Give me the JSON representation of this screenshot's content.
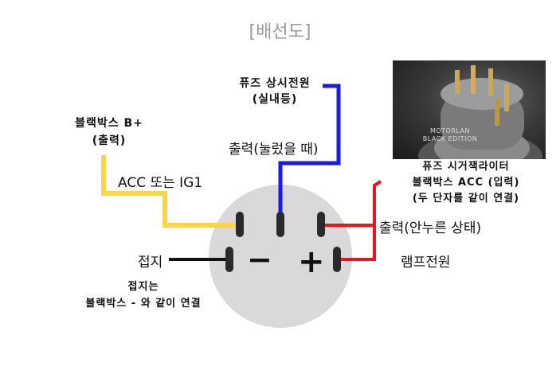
{
  "title": "[배선도]",
  "labels": {
    "fuse_constant_line1": "퓨즈 상시전원",
    "fuse_constant_line2": "(실내등)",
    "blackbox_b_line1": "블랙박스 B+",
    "blackbox_b_line2": "(출력)",
    "output_pressed": "출력(눌렀을 때)",
    "acc_or_ig1": "ACC 또는 IG1",
    "fuse_cigar_line1": "퓨즈 시거잭라이터",
    "fuse_cigar_line2": "블랙박스 ACC (입력)",
    "fuse_cigar_line3": "(두 단자를 같이 연결)",
    "output_not_pressed": "출력(안누른 상태)",
    "ground": "접지",
    "lamp_power": "램프전원",
    "ground_note_line1": "접지는",
    "ground_note_line2": "블랙박스 - 와 같이 연결"
  },
  "symbols": {
    "minus": "−",
    "plus": "+"
  },
  "photo": {
    "caption_line1": "MOTORLAN",
    "caption_line2": "BLACK EDITION",
    "icon": "push-button-switch-photo"
  },
  "colors": {
    "yellow_wire": "#f7d64a",
    "blue_wire": "#1a1ae6",
    "red_wire": "#e8151b",
    "black_wire": "#111111",
    "switch_body": "#d9d9d9",
    "terminal": "#2a2a2a",
    "title": "#9a9a9a"
  }
}
